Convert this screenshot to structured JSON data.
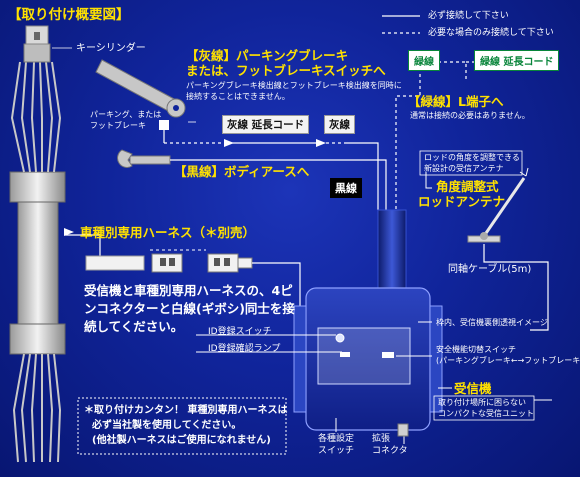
{
  "title": "【取り付け概要図】",
  "legend": {
    "required": "必ず接続して下さい",
    "optional": "必要な場合のみ接続して下さい"
  },
  "labels": {
    "key_cylinder": "キーシリンダー",
    "parking_heading_1": "【灰線】パーキングブレーキ",
    "parking_heading_2": "または、フットブレーキスイッチへ",
    "parking_note_1": "パーキングブレーキ検出線とフットブレーキ検出線を同時に",
    "parking_note_2": "接続することはできません。",
    "parking_small_1": "パーキング、または",
    "parking_small_2": "フットブレーキ",
    "gray_extension": "灰線 延長コード",
    "gray_wire": "灰線",
    "green_wire": "緑線",
    "green_extension": "緑線 延長コード",
    "green_heading": "【緑線】L端子へ",
    "green_note": "通常は接続の必要はありません。",
    "black_heading": "【黒線】ボディアースへ",
    "black_wire": "黒線",
    "rod_note_1": "ロッドの角度を調整できる",
    "rod_note_2": "新設計の受信アンテナ",
    "rod_title_1": "角度調整式",
    "rod_title_2": "ロッドアンテナ",
    "harness_heading": "車種別専用ハーネス（＊別売）",
    "coax_cable": "同軸ケーブル(5m)",
    "instruction_1": "受信機と車種別専用ハーネスの、4ピ",
    "instruction_2": "ンコネクターと白線(ギボシ)同士を接",
    "instruction_3": "続してください。",
    "id_switch": "ID登録スイッチ",
    "id_lamp": "ID登録確認ランプ",
    "inner_label": "枠内、受信機裏側透視イメージ",
    "safety_switch_1": "安全機能切替スイッチ",
    "safety_switch_2": "(パーキングブレーキ←→フットブレーキ)",
    "receiver": "受信機",
    "receiver_note_1": "取り付け場所に困らない",
    "receiver_note_2": "コンパクトな受信ユニット",
    "settings_switch_1": "各種設定",
    "settings_switch_2": "スイッチ",
    "expansion_connector_1": "拡張",
    "expansion_connector_2": "コネクタ",
    "note_1": "＊取り付けカンタン！ 車種別専用ハーネスは",
    "note_2": "必ず当社製を使用してください。",
    "note_3": "(他社製ハーネスはご使用になれません)"
  },
  "colors": {
    "background": "#10249a",
    "heading": "#ffe100",
    "green_wire": "#08853a",
    "receiver": "#1a2f9c",
    "text": "#ffffff"
  }
}
